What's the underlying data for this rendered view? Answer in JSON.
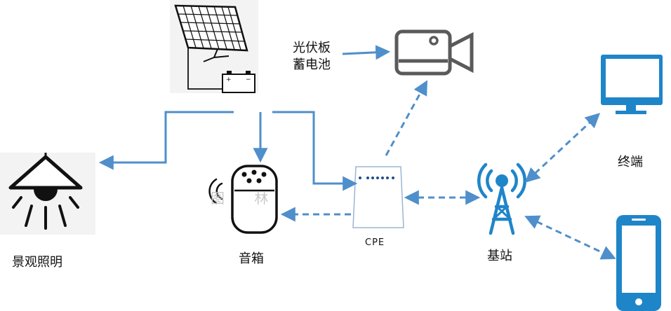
{
  "labels": {
    "solar_battery_line1": "光伏板",
    "solar_battery_line2": "蓄电池",
    "terminal": "终端",
    "speaker": "音箱",
    "cpe": "CPE",
    "base_station": "基站",
    "landscape_lighting": "景观照明"
  },
  "speaker_watermark": "图 林",
  "colors": {
    "link": "#4f8fcb",
    "icon_dark": "#5a5a5a",
    "icon_blue": "#1f85c9"
  }
}
